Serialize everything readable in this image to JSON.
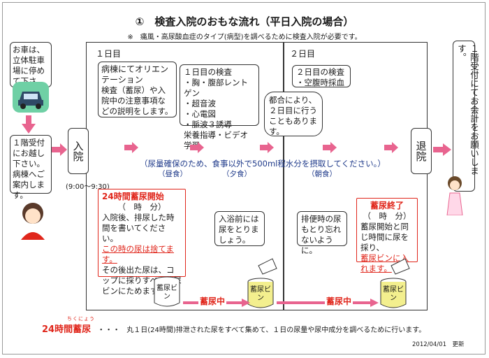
{
  "title": "①　検査入院のおもな流れ（平日入院の場合）",
  "note": "※　痛風・高尿酸血症のタイプ(病型)を調べるために検査入院が必要です。",
  "left_steps": {
    "parking": "お車は、立体駐車場に停めて下さい。",
    "reception": "１階受付にお越し下さい。病棟へご案内します。"
  },
  "admission": {
    "label": "入院",
    "time": "(9:00〜9:30)"
  },
  "discharge": {
    "label": "退院"
  },
  "day1": {
    "label": "１日目",
    "orientation_title": "病棟にてオリエンテーション",
    "orientation_text": "検査（蓄尿）や入院中の注意事項などの説明をします。",
    "exams_title": "１日目の検査",
    "exams": [
      "・胸・腹部レントゲン",
      "・超音波",
      "・心電図",
      "・脈波３誘導"
    ],
    "nutrition": "栄養指導・ビデオ学習",
    "bubble": "都合により、２日目に行うこともあります。"
  },
  "day2": {
    "label": "２日目",
    "exams_title": "２日目の検査",
    "exams": [
      "・空腹時採血"
    ]
  },
  "fluid": {
    "text": "（尿量確保のため、食事以外で500ml程水分を摂取してください。）",
    "meals": [
      "（昼食）",
      "（夕食）",
      "（朝食）"
    ]
  },
  "storage_start": {
    "title": "24時間蓄尿開始",
    "time": "（　時　分）",
    "text1": "入院後、排尿した時間を書いてください。",
    "text2": "この時の尿は捨てます。",
    "text3": "その後出た尿は、コップに採りすべて蓄尿ビンにためます。"
  },
  "tip_before_bath": "入浴前には尿をとりましょう。",
  "tip_bowel": "排便時の尿もとり忘れないように。",
  "storage_end": {
    "title": "蓄尿終了",
    "time": "（　時　分）",
    "text1": "蓄尿開始と同じ時間に尿を採り、",
    "text2": "蓄尿ビンに入れます。"
  },
  "bottle_label": "蓄尿ビン",
  "collecting": "蓄尿中",
  "checkout": "１階受付にてお会計をお願いします。",
  "definition": {
    "ruby": "ちくにょう",
    "term": "24時間蓄尿",
    "dots": "・・・",
    "text": "丸１日(24時間)排泄された尿をすべて集めて、１日の尿量や尿中成分を調べるために行います。"
  },
  "updated": "2012/04/01　更新",
  "colors": {
    "accent_red": "#e0261b",
    "arrow_pink": "#e8648f",
    "car_green": "#6fd0a5",
    "bottle_yellow": "#f3ef8e"
  }
}
